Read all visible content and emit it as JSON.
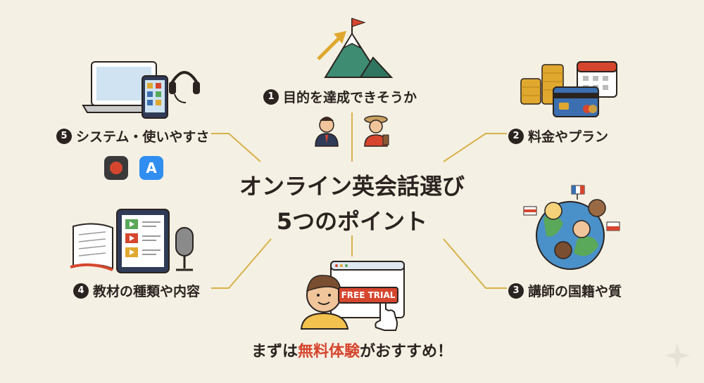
{
  "center": {
    "title_line1": "オンライン英会話選び",
    "title_line2": "5つのポイント"
  },
  "points": [
    {
      "number": "1",
      "label": "目的を達成できそうか"
    },
    {
      "number": "2",
      "label": "料金やプラン"
    },
    {
      "number": "3",
      "label": "講師の国籍や質"
    },
    {
      "number": "4",
      "label": "教材の種類や内容"
    },
    {
      "number": "5",
      "label": "システム・使いやすさ"
    }
  ],
  "free_trial_button": "FREE TRIAL",
  "cta": {
    "prefix": "まずは",
    "highlight": "無料体験",
    "suffix": "がおすすめ！"
  },
  "colors": {
    "background": "#f4f0e3",
    "text": "#2b2320",
    "highlight": "#d6462f",
    "connector": "#d8b24a"
  },
  "icons": [
    "mountain-flag-icon",
    "businessman-icon",
    "traveler-icon",
    "coins-icon",
    "calendar-icon",
    "credit-card-icon",
    "globe-faces-icon",
    "laptop-icon",
    "smartphone-icon",
    "headset-icon",
    "record-app-icon",
    "app-store-icon",
    "book-icon",
    "video-tablet-icon",
    "microphone-icon",
    "person-icon",
    "cursor-hand-icon",
    "sparkle-icon"
  ]
}
